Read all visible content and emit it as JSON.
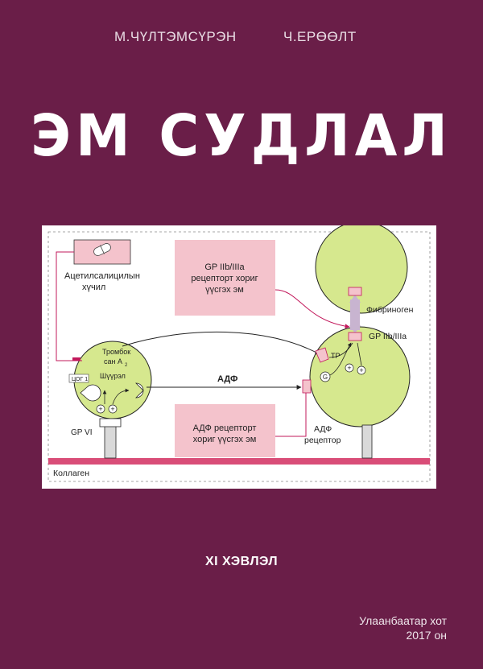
{
  "cover": {
    "authors": [
      "М.ЧҮЛТЭМСҮРЭН",
      "Ч.ЕРӨӨЛТ"
    ],
    "title": "ЭМ СУДЛАЛ",
    "edition": "XI ХЭВЛЭЛ",
    "city": "Улаанбаатар хот",
    "year": "2017 он"
  },
  "diagram": {
    "aspirin_label_1": "Ацетилсалицилын",
    "aspirin_label_2": "хүчил",
    "gp_box_1": "GP IIb/IIIa",
    "gp_box_2": "рецепторт хориг",
    "gp_box_3": "үүсгэх эм",
    "fibrinogen": "Фибриноген",
    "gp_receptor": "GP IIb/IIIa",
    "thromboxane_1": "Тромбок",
    "thromboxane_2": "сан A",
    "thromboxane_sub": "2",
    "cox": "ЦОГ 1",
    "granule": "Шүүрэл",
    "adp": "АДФ",
    "tp": "TP",
    "g": "G",
    "gp6": "GP VI",
    "adp_box_1": "АДФ рецепторт",
    "adp_box_2": "хориг үүсгэх эм",
    "adp_receptor_1": "АДФ",
    "adp_receptor_2": "рецептор",
    "collagen": "Коллаген",
    "plus": "+"
  },
  "colors": {
    "cover_bg": "#6a1e48",
    "platelet": "#d6e88e",
    "pink_box": "#f4c3cc",
    "collagen": "#d94d78",
    "arrow_red": "#c2185b"
  }
}
